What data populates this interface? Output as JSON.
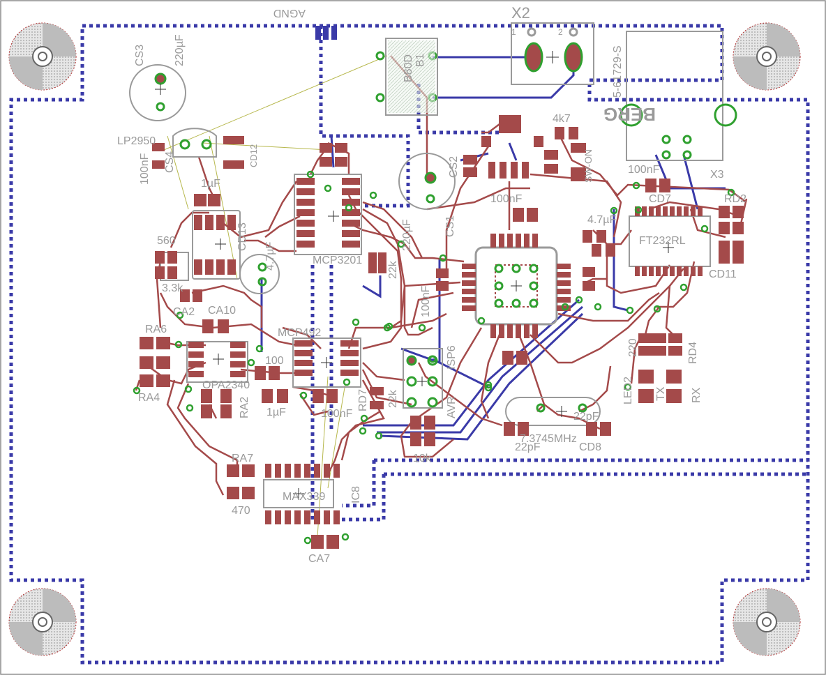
{
  "colors": {
    "background": "#ffffff",
    "top_copper": "#a44a4a",
    "bottom_copper": "#3a3aa8",
    "pad": "#a44a4a",
    "via": "#2fa02f",
    "silkscreen": "#9a9a9a",
    "airwire": "#b7b84d",
    "outline": "#7a7a7a"
  },
  "header_labels": {
    "agnd": "AGND",
    "x2": "X2",
    "x2_pin1": "1",
    "x2_pin2": "2"
  },
  "labels": [
    {
      "id": "cs3",
      "text": "CS3"
    },
    {
      "id": "cs3-val",
      "text": "220µF"
    },
    {
      "id": "b1",
      "text": "B1"
    },
    {
      "id": "b1-val",
      "text": "B80D"
    },
    {
      "id": "conn-part",
      "text": "5-61729-S"
    },
    {
      "id": "lp2950",
      "text": "LP2950"
    },
    {
      "id": "cs4",
      "text": "CS4"
    },
    {
      "id": "cs4-val",
      "text": "100nF"
    },
    {
      "id": "cd12",
      "text": "CD12"
    },
    {
      "id": "uf1",
      "text": "1µF"
    },
    {
      "id": "val-560",
      "text": "560"
    },
    {
      "id": "val-3k3",
      "text": "3.3k"
    },
    {
      "id": "ca2",
      "text": "CA2"
    },
    {
      "id": "ca10",
      "text": "CA10"
    },
    {
      "id": "cd13",
      "text": "CD13"
    },
    {
      "id": "uf47",
      "text": "4.7µF"
    },
    {
      "id": "mcp3201",
      "text": "MCP3201"
    },
    {
      "id": "cs2",
      "text": "CS2"
    },
    {
      "id": "cs1",
      "text": "CS1"
    },
    {
      "id": "cs1-val",
      "text": "220µF"
    },
    {
      "id": "val-22k",
      "text": "22k"
    },
    {
      "id": "val-100nf-a",
      "text": "100nF"
    },
    {
      "id": "val-100nf-b",
      "text": "100nF"
    },
    {
      "id": "val-100nf-c",
      "text": "100nF"
    },
    {
      "id": "val-4k7",
      "text": "4k7"
    },
    {
      "id": "uf47b",
      "text": "4.7µF"
    },
    {
      "id": "ft232rl",
      "text": "FT232RL"
    },
    {
      "id": "cd7",
      "text": "CD7"
    },
    {
      "id": "rd2",
      "text": "RD2"
    },
    {
      "id": "cd11",
      "text": "CD11"
    },
    {
      "id": "x3",
      "text": "X3"
    },
    {
      "id": "sw-on",
      "text": "SW-ON"
    },
    {
      "id": "ra6",
      "text": "RA6"
    },
    {
      "id": "ra4",
      "text": "RA4"
    },
    {
      "id": "opa",
      "text": "OPA2340"
    },
    {
      "id": "ra2",
      "text": "RA2"
    },
    {
      "id": "mcp492",
      "text": "MCP492"
    },
    {
      "id": "val-100",
      "text": "100"
    },
    {
      "id": "val-1uf",
      "text": "1µF"
    },
    {
      "id": "val-100nf-d",
      "text": "100nF"
    },
    {
      "id": "rd7",
      "text": "RD7"
    },
    {
      "id": "val-22k-b",
      "text": "22k"
    },
    {
      "id": "avr",
      "text": "AVR"
    },
    {
      "id": "isp6",
      "text": "ISP6"
    },
    {
      "id": "val-10k",
      "text": "10k"
    },
    {
      "id": "xtal",
      "text": "7.3745MHz"
    },
    {
      "id": "val-22pf-a",
      "text": "22pF"
    },
    {
      "id": "val-22pf-b",
      "text": "22pF"
    },
    {
      "id": "cd8",
      "text": "CD8"
    },
    {
      "id": "led2",
      "text": "LED2"
    },
    {
      "id": "tx",
      "text": "TX"
    },
    {
      "id": "rx",
      "text": "RX"
    },
    {
      "id": "rd4",
      "text": "RD4"
    },
    {
      "id": "val-220",
      "text": "220"
    },
    {
      "id": "ra7",
      "text": "RA7"
    },
    {
      "id": "val-470",
      "text": "470"
    },
    {
      "id": "max",
      "text": "MAX339"
    },
    {
      "id": "ic8",
      "text": "IC8"
    },
    {
      "id": "ca7",
      "text": "CA7"
    },
    {
      "id": "berg",
      "text": "BERG"
    }
  ]
}
